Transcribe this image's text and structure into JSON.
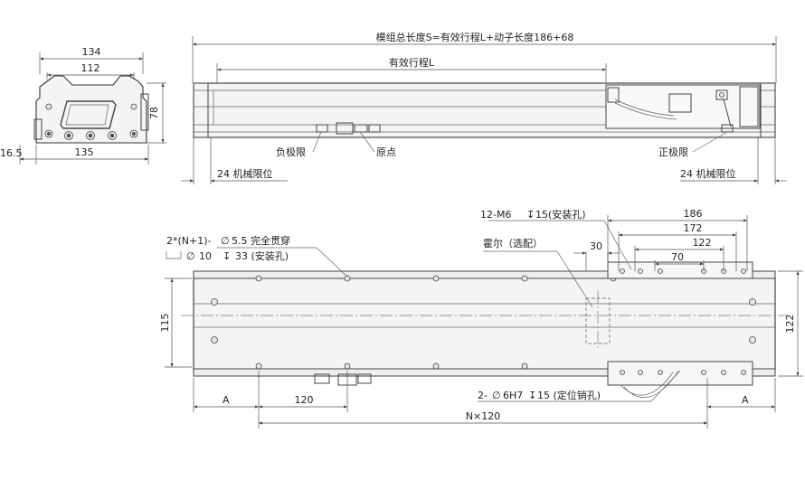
{
  "end_view": {
    "width_outer": "134",
    "width_inner": "112",
    "height": "78",
    "base_width": "135",
    "offset": "16.5"
  },
  "side_view": {
    "total_length_label": "模组总长度S=有效行程L+动子长度186+68",
    "stroke_label": "有效行程L",
    "negative_limit": "负极限",
    "origin": "原点",
    "positive_limit": "正极限",
    "left_mech_limit": "24 机械限位",
    "right_mech_limit": "24 机械限位"
  },
  "top_view": {
    "mount_hole_line1": "2*(N+1)-",
    "mount_hole_dia": "5.5 完全贯穿",
    "mount_hole_line2_dia": "10",
    "mount_hole_depth": "33 (安装孔)",
    "m6_label": "12-M6",
    "m6_depth": "15(安装孔)",
    "hall_label": "霍尔（选配）",
    "dim_186": "186",
    "dim_172": "172",
    "dim_122": "122",
    "dim_70": "70",
    "dim_30": "30",
    "height_115": "115",
    "height_122": "122",
    "dim_a_left": "A",
    "dim_120": "120",
    "dim_a_right": "A",
    "pin_label": "2-",
    "pin_dia": "6H7",
    "pin_depth": "15 (定位销孔)",
    "pitch_total": "N×120"
  }
}
